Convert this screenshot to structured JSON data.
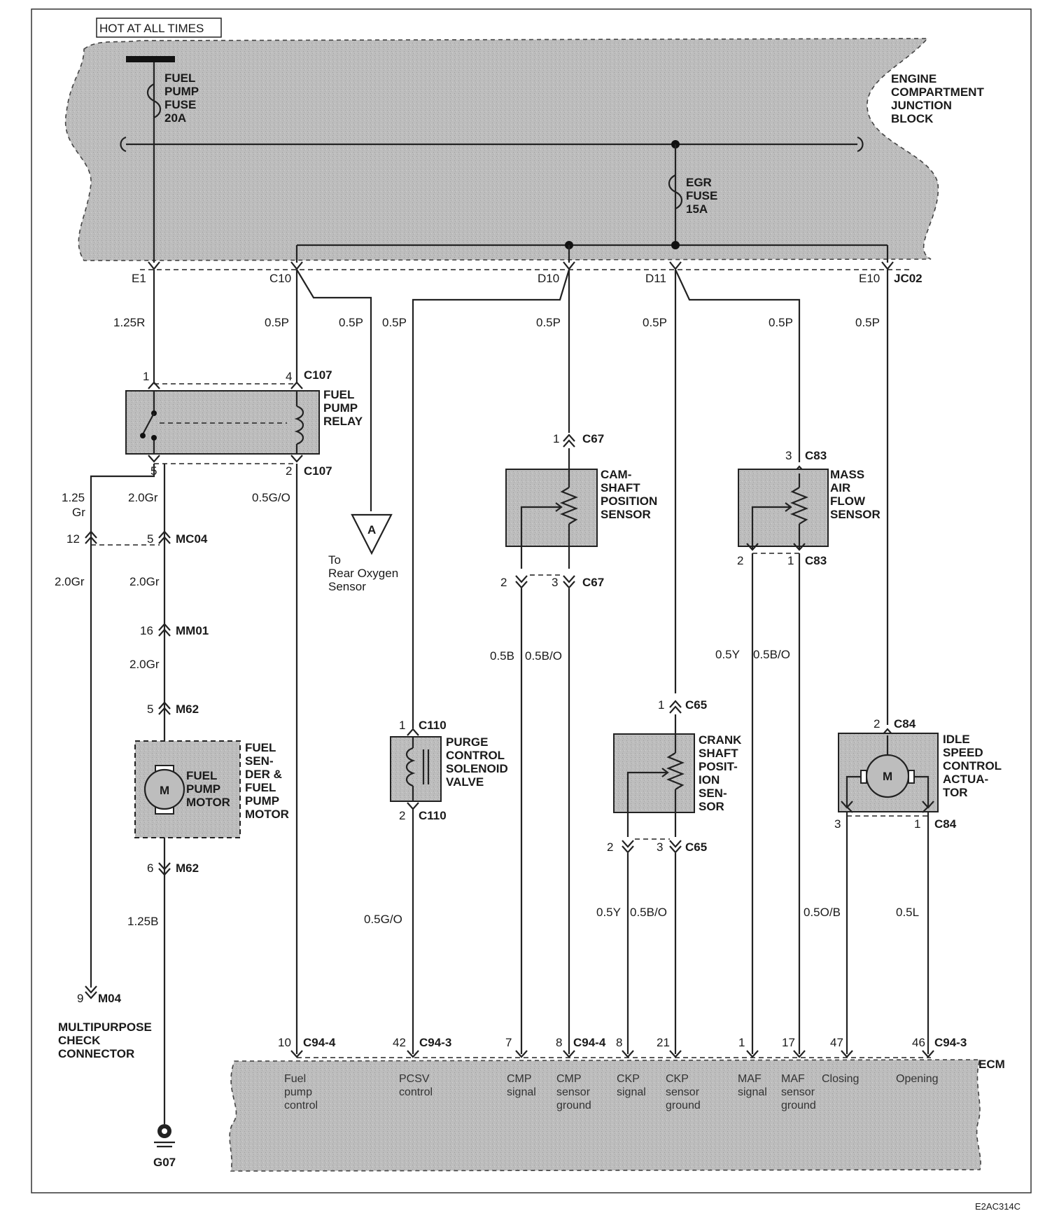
{
  "colors": {
    "shade": "#bdbdbd",
    "shade_dark": "#a8a8a8",
    "wire": "#222222",
    "background": "#ffffff"
  },
  "hot_at_all_times": "HOT AT ALL TIMES",
  "junction_block": {
    "l1": "ENGINE",
    "l2": "COMPARTMENT",
    "l3": "JUNCTION",
    "l4": "BLOCK"
  },
  "fuel_pump_fuse": {
    "l1": "FUEL",
    "l2": "PUMP",
    "l3": "FUSE",
    "l4": "20A"
  },
  "egr_fuse": {
    "l1": "EGR",
    "l2": "FUSE",
    "l3": "15A"
  },
  "jb_pins": {
    "e1": "E1",
    "c10": "C10",
    "d10": "D10",
    "d11": "D11",
    "e10": "E10",
    "jc02": "JC02"
  },
  "wires": {
    "w_125r": "1.25R",
    "w_05p": "0.5P",
    "w_05go": "0.5G/O",
    "w_125gr_a": "1.25",
    "w_125gr_b": "Gr",
    "w_20gr": "2.0Gr",
    "w_125b": "1.25B",
    "w_05b": "0.5B",
    "w_05bo": "0.5B/O",
    "w_05y": "0.5Y",
    "w_05ob": "0.5O/B",
    "w_05l": "0.5L"
  },
  "pins": {
    "p1": "1",
    "p2": "2",
    "p3": "3",
    "p4": "4",
    "p5": "5",
    "p6": "6",
    "p7": "7",
    "p8": "8",
    "p9": "9",
    "p10": "10",
    "p12": "12",
    "p16": "16",
    "p17": "17",
    "p21": "21",
    "p42": "42",
    "p46": "46",
    "p47": "47"
  },
  "connectors": {
    "c107": "C107",
    "mc04": "MC04",
    "mm01": "MM01",
    "m62": "M62",
    "m04": "M04",
    "c67": "C67",
    "c83": "C83",
    "c110": "C110",
    "c65": "C65",
    "c84": "C84",
    "c94_4": "C94-4",
    "c94_3": "C94-3",
    "g07": "G07"
  },
  "fuel_pump_relay": {
    "l1": "FUEL",
    "l2": "PUMP",
    "l3": "RELAY"
  },
  "rear_o2": {
    "marker": "A",
    "l1": "To",
    "l2": "Rear Oxygen",
    "l3": "Sensor"
  },
  "fuel_sender": {
    "l1": "FUEL",
    "l2": "SEN-",
    "l3": "DER &",
    "l4": "FUEL",
    "l5": "PUMP",
    "l6": "MOTOR",
    "inner1": "FUEL",
    "inner2": "PUMP",
    "inner3": "MOTOR",
    "motor": "M"
  },
  "multipurpose": {
    "l1": "MULTIPURPOSE",
    "l2": "CHECK",
    "l3": "CONNECTOR"
  },
  "cmp_sensor": {
    "l1": "CAM-",
    "l2": "SHAFT",
    "l3": "POSITION",
    "l4": "SENSOR"
  },
  "maf_sensor": {
    "l1": "MASS",
    "l2": "AIR",
    "l3": "FLOW",
    "l4": "SENSOR"
  },
  "pcsv": {
    "l1": "PURGE",
    "l2": "CONTROL",
    "l3": "SOLENOID",
    "l4": "VALVE"
  },
  "ckp_sensor": {
    "l1": "CRANK",
    "l2": "SHAFT",
    "l3": "POSIT-",
    "l4": "ION",
    "l5": "SEN-",
    "l6": "SOR"
  },
  "isca": {
    "l1": "IDLE",
    "l2": "SPEED",
    "l3": "CONTROL",
    "l4": "ACTUA-",
    "l5": "TOR",
    "motor": "M"
  },
  "ecm": {
    "label": "ECM",
    "fuel_pump_control": [
      "Fuel",
      "pump",
      "control"
    ],
    "pcsv_control": [
      "PCSV",
      "control"
    ],
    "cmp_signal": [
      "CMP",
      "signal"
    ],
    "cmp_ground": [
      "CMP",
      "sensor",
      "ground"
    ],
    "ckp_signal": [
      "CKP",
      "signal"
    ],
    "ckp_ground": [
      "CKP",
      "sensor",
      "ground"
    ],
    "maf_signal": [
      "MAF",
      "signal"
    ],
    "maf_ground": [
      "MAF",
      "sensor",
      "ground"
    ],
    "closing": [
      "Closing"
    ],
    "opening": [
      "Opening"
    ]
  },
  "figure_code": "E2AC314C"
}
